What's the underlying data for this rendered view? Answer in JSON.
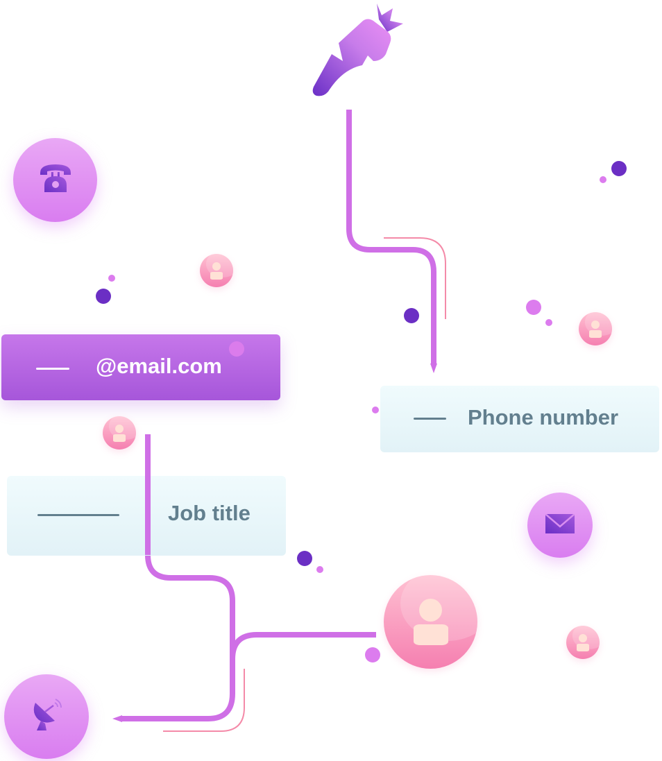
{
  "fields": {
    "email": {
      "label": "@email.com",
      "text_color": "#ffffff",
      "bg_top": "#c677ea",
      "bg_bottom": "#a656da"
    },
    "phone": {
      "label": "Phone number",
      "text_color": "#627f8e"
    },
    "job": {
      "label": "Job title",
      "text_color": "#627f8e"
    }
  },
  "icons": {
    "logo": "carrot-logo-icon",
    "phone": "rotary-phone-icon",
    "mail": "envelope-icon",
    "satellite": "satellite-dish-icon",
    "person": "user-avatar-icon"
  },
  "colors": {
    "connector": "#cf6fe6",
    "accent_line": "#f48aa8",
    "dark_dot": "#6b2fc4",
    "light_dot": "#dc7cee",
    "field_text": "#627f8e"
  }
}
